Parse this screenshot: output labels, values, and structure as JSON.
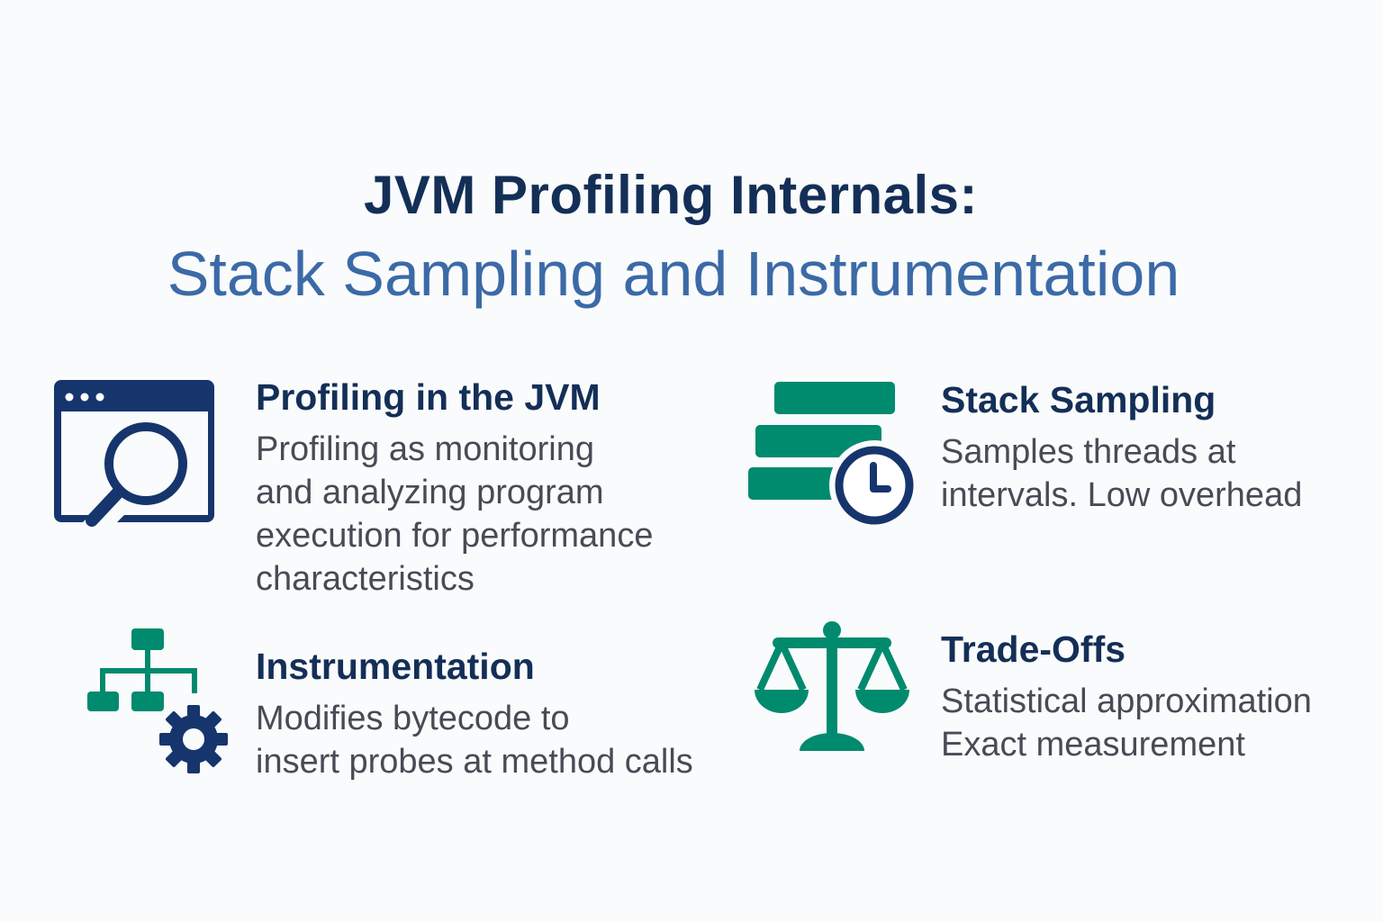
{
  "header": {
    "title": "JVM Profiling Internals:",
    "subtitle": "Stack Sampling and Instrumentation"
  },
  "sections": [
    {
      "heading": "Profiling in the JVM",
      "icon": "browser-magnifier-icon",
      "lines": [
        "Profiling as monitoring",
        "and analyzing program",
        "execution for performance",
        "characteristics"
      ]
    },
    {
      "heading": "Stack Sampling",
      "icon": "stack-clock-icon",
      "lines": [
        "Samples threads at",
        "intervals. Low overhead"
      ]
    },
    {
      "heading": "Instrumentation",
      "icon": "hierarchy-gear-icon",
      "lines": [
        "Modifies bytecode to",
        "insert probes at method calls"
      ]
    },
    {
      "heading": "Trade-Offs",
      "icon": "balance-scale-icon",
      "lines": [
        "Statistical approximation",
        "Exact measurement"
      ]
    }
  ],
  "colors": {
    "navy": "#16356d",
    "teal": "#008a6e",
    "title_blue": "#3b6aa7",
    "body_gray": "#464c55"
  }
}
